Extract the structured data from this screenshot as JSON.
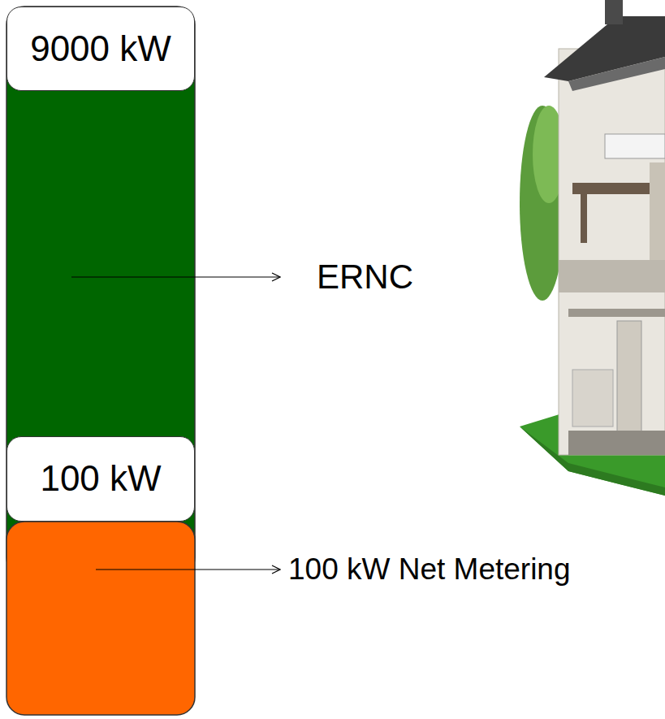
{
  "diagram": {
    "nodes": [
      {
        "text": [
          "9000 kW"
        ]
      },
      {
        "text": [
          "100 kW"
        ]
      }
    ],
    "labels": [
      "ERNC",
      "100 kW Net Metering"
    ]
  }
}
